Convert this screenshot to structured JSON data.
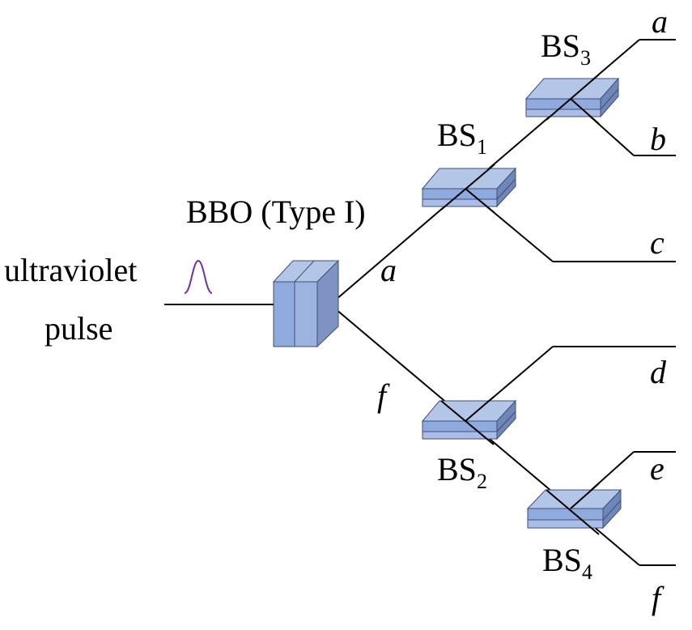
{
  "labels": {
    "source_line1": "ultraviolet",
    "source_line2": "pulse",
    "crystal": "BBO (Type I)",
    "bs1": {
      "base": "BS",
      "sub": "1"
    },
    "bs2": {
      "base": "BS",
      "sub": "2"
    },
    "bs3": {
      "base": "BS",
      "sub": "3"
    },
    "bs4": {
      "base": "BS",
      "sub": "4"
    },
    "mode_a_upper": "a",
    "mode_f_lower": "f",
    "out_a": "a",
    "out_b": "b",
    "out_c": "c",
    "out_d": "d",
    "out_e": "e",
    "out_f": "f"
  },
  "colors": {
    "beam": "#000000",
    "pulse": "#7030a0",
    "splitter_top": "#b4c6e7",
    "splitter_front": "#8faadc",
    "splitter_side": "#6f86b8",
    "crystal_front": "#8faadc",
    "crystal_side": "#7f93c2",
    "crystal_top": "#b4c6e7"
  }
}
